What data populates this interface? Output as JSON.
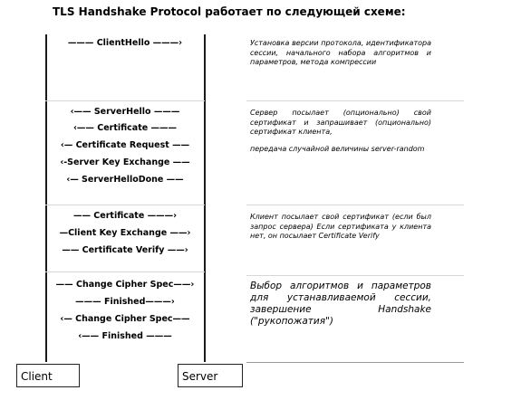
{
  "title": "TLS Handshake Protocol работает по следующей схеме:",
  "parties": {
    "client": "Client",
    "server": "Server"
  },
  "phases": [
    {
      "messages": [
        "——— ClientHello ———›"
      ],
      "description": [
        "Установка версии протокола, идентификатора сессии, начального набора алгоритмов и параметров, метода компрессии"
      ]
    },
    {
      "messages": [
        "‹—— ServerHello ———",
        "‹—— Certificate ———",
        "‹— Certificate Request ——",
        "‹-Server Key Exchange ——",
        "‹— ServerHelloDone ——"
      ],
      "description": [
        "Сервер посылает (опционально) свой сертификат и запрашивает (опционально) сертификат клиента,",
        "передача случайной величины server-random"
      ]
    },
    {
      "messages": [
        "—— Certificate ———›",
        "—Client Key Exchange ——›",
        "—— Certificate Verify ——›"
      ],
      "description": [
        "Клиент посылает свой сертификат (если был запрос сервера) Если сертификата у клиента нет, он посылает Certificate Verify"
      ]
    },
    {
      "messages": [
        "—— Change Cipher Spec——›",
        "——— Finished———›",
        "‹— Change Cipher Spec——",
        "‹—— Finished ———"
      ],
      "description": [
        "Выбор алгоритмов и параметров для устанавливаемой сессии, завершение Handshake (\"рукопожатия\")"
      ]
    }
  ]
}
